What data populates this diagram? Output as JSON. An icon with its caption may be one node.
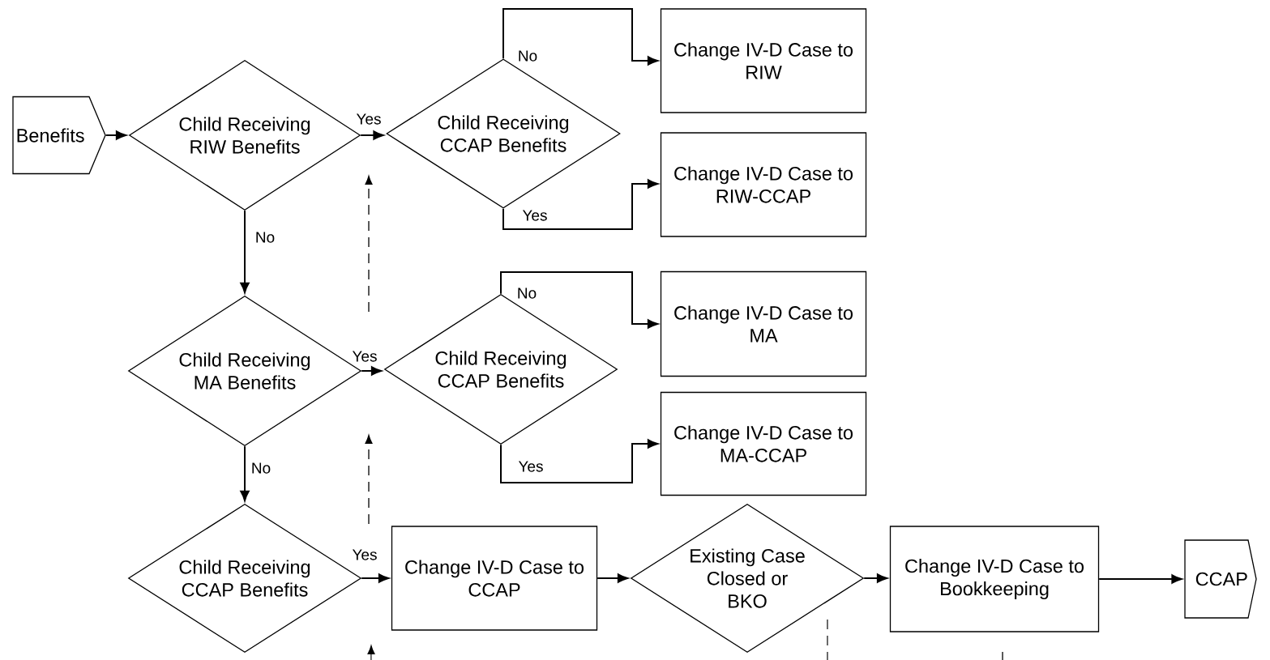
{
  "diagram": {
    "nodes": [
      {
        "text": [
          "Benefits"
        ]
      },
      {
        "text": [
          "Child Receiving RIW Benefits"
        ]
      },
      {
        "text": [
          "Child Receiving CCAP Benefits"
        ]
      },
      {
        "text": [
          "Change IV-D Case to RIW"
        ]
      },
      {
        "text": [
          "Change IV-D Case to RIW-CCAP"
        ]
      },
      {
        "text": [
          "Child Receiving MA Benefits"
        ]
      },
      {
        "text": [
          "Child Receiving CCAP Benefits"
        ]
      },
      {
        "text": [
          "Change IV-D Case to MA"
        ]
      },
      {
        "text": [
          "Change IV-D Case to MA-CCAP"
        ]
      },
      {
        "text": [
          "Child Receiving CCAP Benefits"
        ]
      },
      {
        "text": [
          "Change IV-D Case to CCAP"
        ]
      },
      {
        "text": [
          "Existing Case Closed or BKO"
        ]
      },
      {
        "text": [
          "Change IV-D Case to Bookkeeping"
        ]
      },
      {
        "text": [
          "CCAP"
        ]
      }
    ],
    "edges": [
      {
        "from": 0,
        "to": 1,
        "arrow": "to"
      },
      {
        "from": 1,
        "to": 2,
        "arrow": "to",
        "label": "Yes"
      },
      {
        "from": 1,
        "to": 5,
        "arrow": "to",
        "label": "No"
      },
      {
        "from": 2,
        "to": 3,
        "arrow": "to",
        "label": "No"
      },
      {
        "from": 2,
        "to": 4,
        "arrow": "to",
        "label": "Yes"
      },
      {
        "from": 5,
        "to": 6,
        "arrow": "to",
        "label": "Yes"
      },
      {
        "from": 5,
        "to": 9,
        "arrow": "to",
        "label": "No"
      },
      {
        "from": 6,
        "to": 7,
        "arrow": "to",
        "label": "No"
      },
      {
        "from": 6,
        "to": 8,
        "arrow": "to",
        "label": "Yes"
      },
      {
        "from": 9,
        "to": 10,
        "arrow": "to",
        "label": "Yes"
      },
      {
        "from": 10,
        "to": 11,
        "arrow": "to"
      },
      {
        "from": 11,
        "to": 12,
        "arrow": "to"
      },
      {
        "from": 12,
        "to": 13,
        "arrow": "to"
      }
    ]
  }
}
